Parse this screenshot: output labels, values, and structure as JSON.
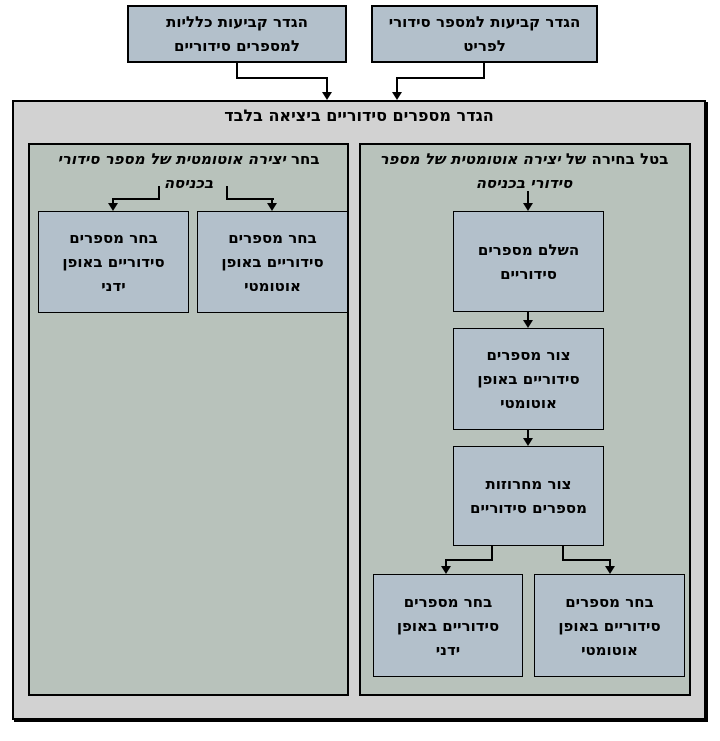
{
  "colors": {
    "page_bg": "#ffffff",
    "container_bg": "#d2d2d2",
    "panel_bg": "#b8c2bb",
    "box_bg": "#b3c0cb",
    "line": "#000000",
    "text": "#000000"
  },
  "top": {
    "general_box": "הגדר קביעות כלליות\nלמספרים סידוריים",
    "item_box": "הגדר קביעות למספר סידורי\nלפריט"
  },
  "container": {
    "title": "הגדר מספרים סידוריים ביציאה בלבד"
  },
  "left_panel": {
    "header": {
      "prefix": "בחר",
      "italic_line1": "יצירה אוטומטית של מספר סידורי",
      "italic_line2": "בכניסה"
    },
    "manual_box": "בחר מספרים\nסידוריים באופן\nידני",
    "auto_box": "בחר מספרים\nסידוריים באופן\nאוטומטי"
  },
  "right_panel": {
    "header": {
      "prefix": "בטל בחירה של",
      "italic_line1": "יצירה אוטומטית של מספר",
      "italic_line2": "סידורי בכניסה"
    },
    "complete_box": "השלם מספרים\nסידוריים",
    "create_auto_box": "צור מספרים\nסידוריים באופן\nאוטומטי",
    "create_strings_box": "צור מחרוזות\nמספרים סידוריים",
    "manual_box": "בחר מספרים\nסידוריים באופן\nידני",
    "auto_box": "בחר מספרים\nסידוריים באופן\nאוטומטי"
  }
}
